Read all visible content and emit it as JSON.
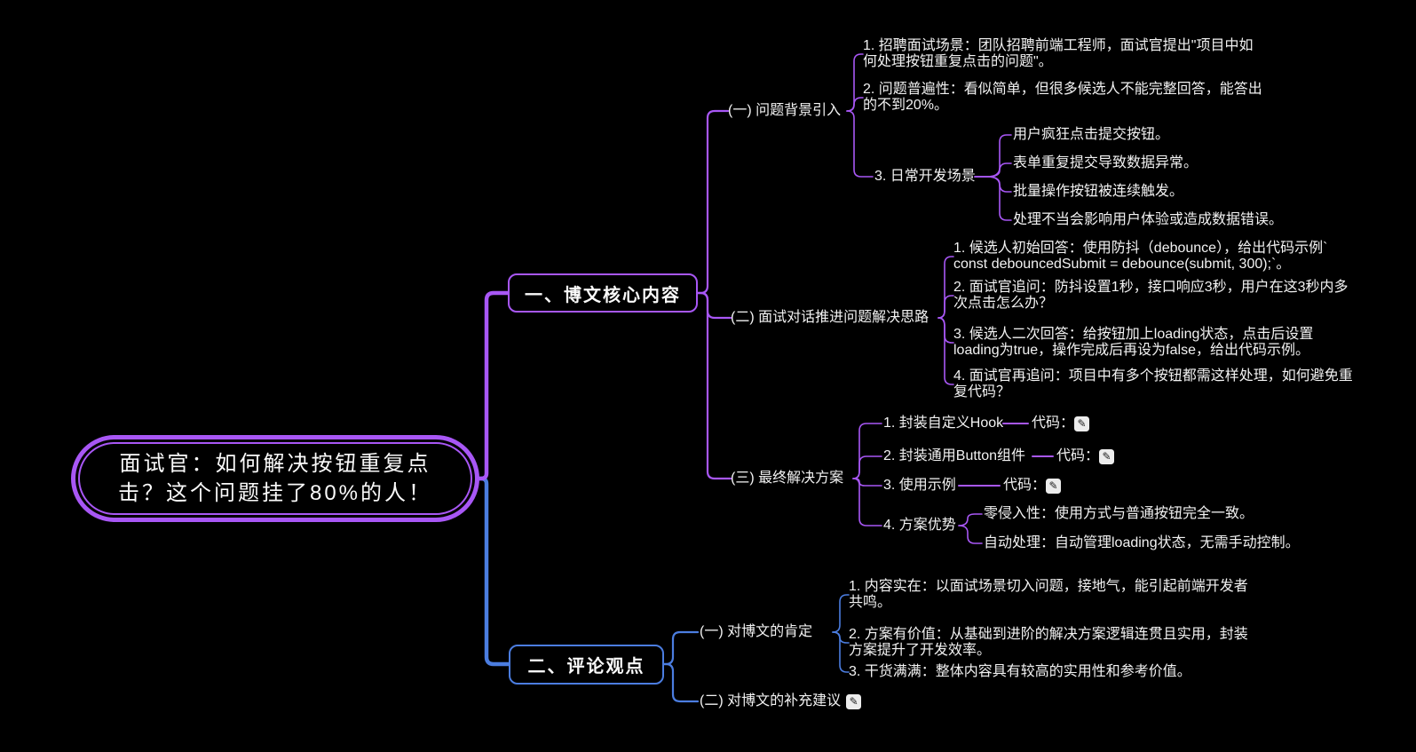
{
  "colors": {
    "background": "#000000",
    "purple": "#a857f5",
    "blue": "#4b7de0",
    "text": "#f2f2f2"
  },
  "icons": {
    "edit": "✎"
  },
  "root": {
    "label": "面试官：如何解决按钮重复点\n击？这个问题挂了80%的人！"
  },
  "branch1": {
    "label": "一、博文核心内容",
    "s1": {
      "label": "(一) 问题背景引入",
      "items": [
        "1. 招聘面试场景：团队招聘前端工程师，面试官提出\"项目中如\n何处理按钮重复点击的问题\"。",
        "2. 问题普遍性：看似简单，但很多候选人不能完整回答，能答出\n的不到20%。",
        "3. 日常开发场景"
      ],
      "scenes": [
        "用户疯狂点击提交按钮。",
        "表单重复提交导致数据异常。",
        "批量操作按钮被连续触发。",
        "处理不当会影响用户体验或造成数据错误。"
      ]
    },
    "s2": {
      "label": "(二) 面试对话推进问题解决思路",
      "items": [
        "1. 候选人初始回答：使用防抖（debounce），给出代码示例`\nconst debouncedSubmit = debounce(submit, 300);`。",
        "2. 面试官追问：防抖设置1秒，接口响应3秒，用户在这3秒内多\n次点击怎么办？",
        "3. 候选人二次回答：给按钮加上loading状态，点击后设置\nloading为true，操作完成后再设为false，给出代码示例。",
        "4. 面试官再追问：项目中有多个按钮都需这样处理，如何避免重\n复代码？"
      ]
    },
    "s3": {
      "label": "(三) 最终解决方案",
      "code_label": "代码：",
      "items": [
        "1. 封装自定义Hook",
        "2. 封装通用Button组件",
        "3. 使用示例"
      ],
      "adv": {
        "label": "4. 方案优势",
        "items": [
          "零侵入性：使用方式与普通按钮完全一致。",
          "自动处理：自动管理loading状态，无需手动控制。"
        ]
      }
    }
  },
  "branch2": {
    "label": "二、评论观点",
    "s1": {
      "label": "(一) 对博文的肯定",
      "items": [
        "1. 内容实在：以面试场景切入问题，接地气，能引起前端开发者\n共鸣。",
        "2. 方案有价值：从基础到进阶的解决方案逻辑连贯且实用，封装\n方案提升了开发效率。",
        "3. 干货满满：整体内容具有较高的实用性和参考价值。"
      ]
    },
    "s2": {
      "label": "(二) 对博文的补充建议"
    }
  }
}
